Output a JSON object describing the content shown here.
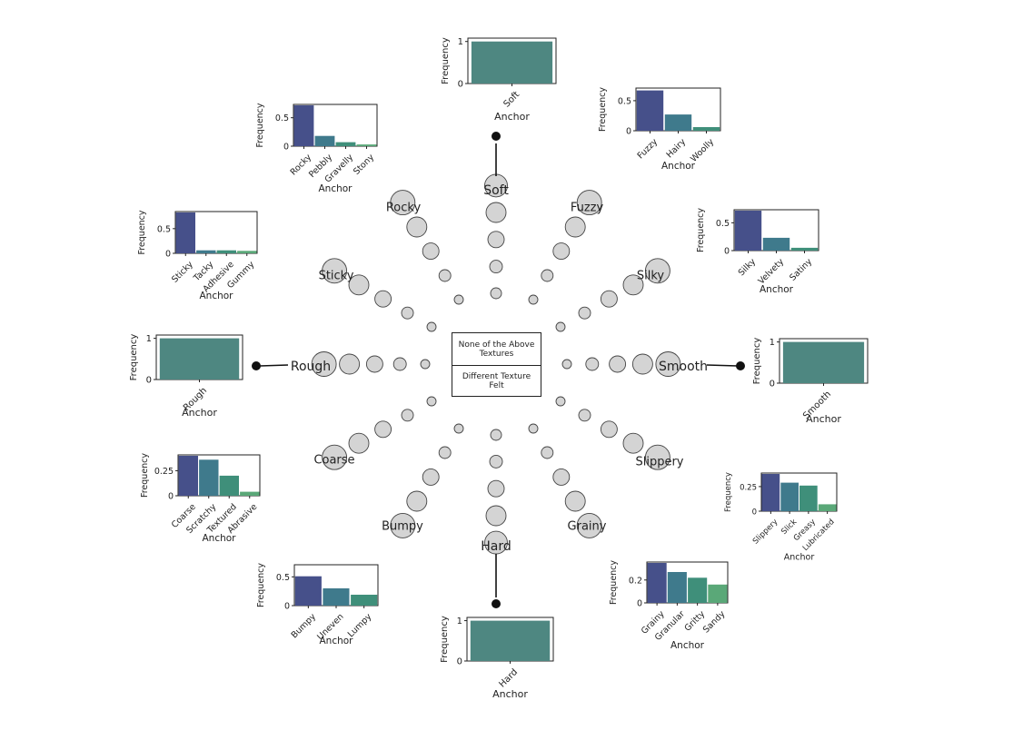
{
  "center": {
    "top_label": "None of the Above Textures",
    "bottom_label": "Different Texture Felt"
  },
  "chart_data": {
    "type": "bar",
    "layout": "radial-ring-of-mini-bar-charts",
    "xlabel": "Anchor",
    "ylabel": "Frequency",
    "colors": [
      "#46508a",
      "#3f7a8c",
      "#3f8f7a",
      "#5aa878",
      "#8cc25e"
    ],
    "spokes": [
      {
        "label": "Soft",
        "anchor_chart": true,
        "categories": [
          "Soft"
        ],
        "values": [
          1.0
        ],
        "yticks": [
          0,
          1
        ]
      },
      {
        "label": "Fuzzy",
        "anchor_chart": false,
        "categories": [
          "Fuzzy",
          "Hairy",
          "Woolly"
        ],
        "values": [
          0.67,
          0.27,
          0.06
        ],
        "yticks": [
          0.0,
          0.5
        ]
      },
      {
        "label": "Silky",
        "anchor_chart": false,
        "categories": [
          "Silky",
          "Velvety",
          "Satiny"
        ],
        "values": [
          0.72,
          0.23,
          0.05
        ],
        "yticks": [
          0.0,
          0.5
        ]
      },
      {
        "label": "Smooth",
        "anchor_chart": true,
        "categories": [
          "Smooth"
        ],
        "values": [
          1.0
        ],
        "yticks": [
          0,
          1
        ]
      },
      {
        "label": "Slippery",
        "anchor_chart": false,
        "categories": [
          "Slippery",
          "Slick",
          "Greasy",
          "Lubricated"
        ],
        "values": [
          0.38,
          0.29,
          0.26,
          0.07
        ],
        "yticks": [
          0.0,
          0.25
        ]
      },
      {
        "label": "Grainy",
        "anchor_chart": false,
        "categories": [
          "Grainy",
          "Granular",
          "Gritty",
          "Sandy"
        ],
        "values": [
          0.35,
          0.27,
          0.22,
          0.16
        ],
        "yticks": [
          0.0,
          0.2
        ]
      },
      {
        "label": "Hard",
        "anchor_chart": true,
        "categories": [
          "Hard"
        ],
        "values": [
          1.0
        ],
        "yticks": [
          0,
          1
        ]
      },
      {
        "label": "Bumpy",
        "anchor_chart": false,
        "categories": [
          "Bumpy",
          "Uneven",
          "Lumpy"
        ],
        "values": [
          0.51,
          0.3,
          0.19
        ],
        "yticks": [
          0.0,
          0.5
        ]
      },
      {
        "label": "Coarse",
        "anchor_chart": false,
        "categories": [
          "Coarse",
          "Scratchy",
          "Textured",
          "Abrasive"
        ],
        "values": [
          0.4,
          0.36,
          0.2,
          0.04
        ],
        "yticks": [
          0.0,
          0.25
        ]
      },
      {
        "label": "Rough",
        "anchor_chart": true,
        "categories": [
          "Rough"
        ],
        "values": [
          1.0
        ],
        "yticks": [
          0,
          1
        ]
      },
      {
        "label": "Sticky",
        "anchor_chart": false,
        "categories": [
          "Sticky",
          "Tacky",
          "Adhesive",
          "Gummy"
        ],
        "values": [
          0.83,
          0.06,
          0.06,
          0.05
        ],
        "yticks": [
          0.0,
          0.5
        ]
      },
      {
        "label": "Rocky",
        "anchor_chart": false,
        "categories": [
          "Rocky",
          "Pebbly",
          "Gravelly",
          "Stony"
        ],
        "values": [
          0.72,
          0.18,
          0.07,
          0.03
        ],
        "yticks": [
          0.0,
          0.5
        ]
      }
    ]
  }
}
